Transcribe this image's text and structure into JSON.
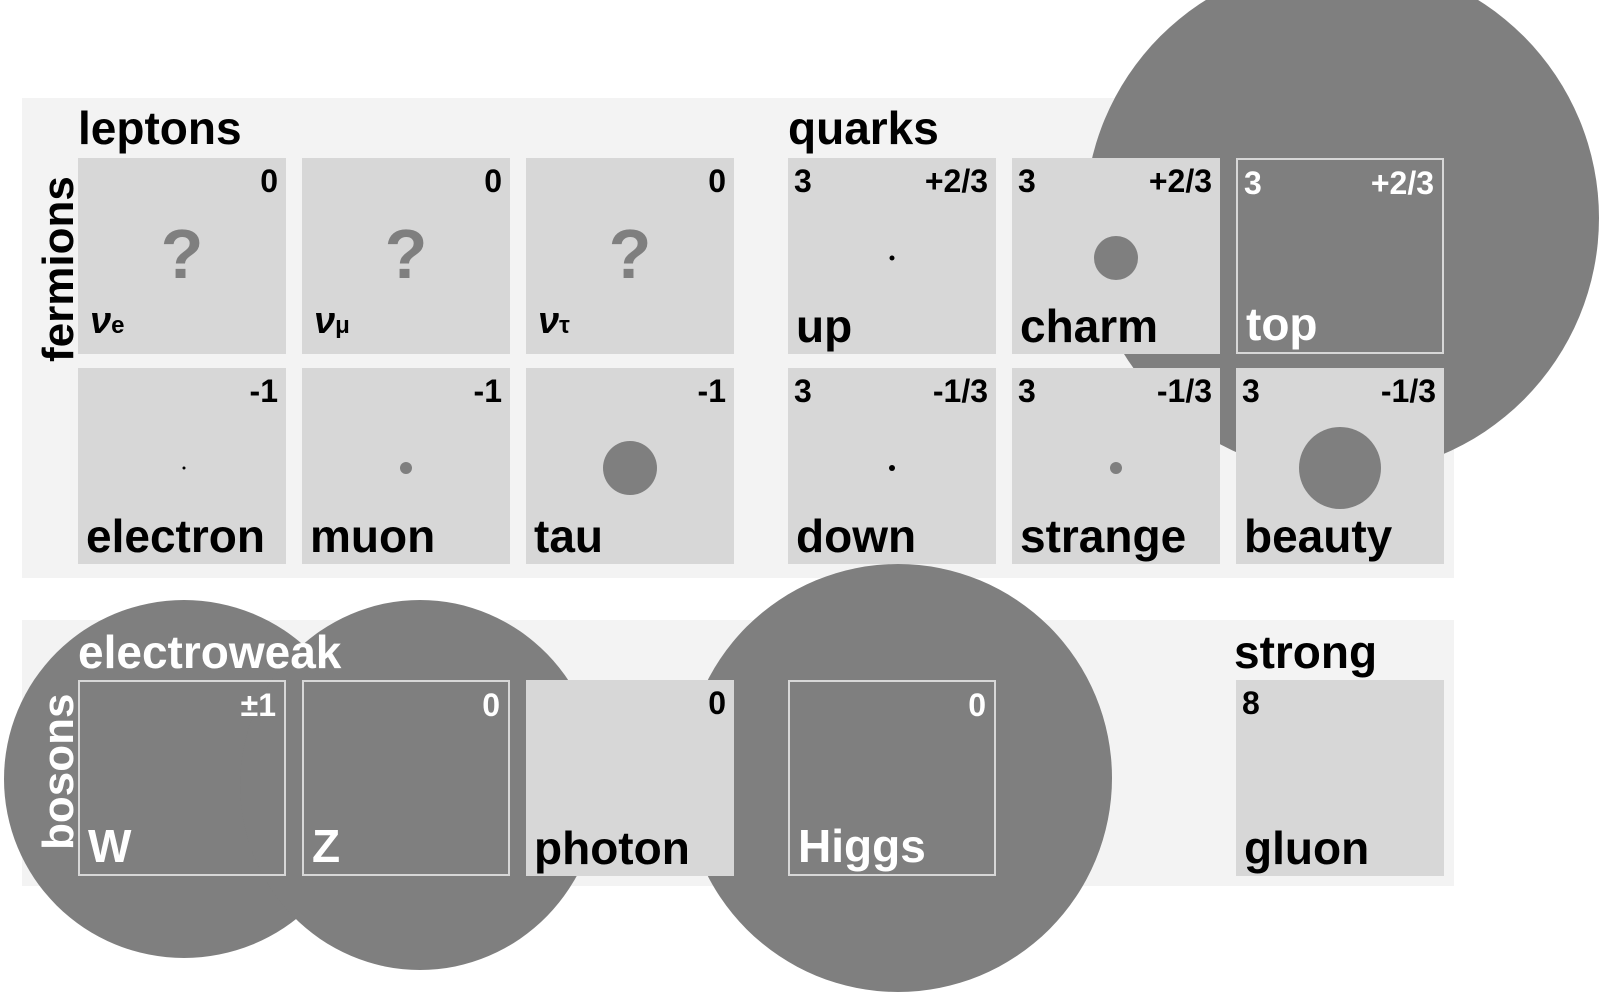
{
  "sections": {
    "fermions": "fermions",
    "bosons": "bosons",
    "leptons": "leptons",
    "quarks": "quarks",
    "electroweak": "electroweak",
    "strong": "strong"
  },
  "cells": {
    "nu_e": {
      "symbol": "ν",
      "sub": "e",
      "charge": "0",
      "mark": "?"
    },
    "nu_mu": {
      "symbol": "ν",
      "sub": "μ",
      "charge": "0",
      "mark": "?"
    },
    "nu_tau": {
      "symbol": "ν",
      "sub": "τ",
      "charge": "0",
      "mark": "?"
    },
    "up": {
      "name": "up",
      "color": "3",
      "charge": "+2/3"
    },
    "charm": {
      "name": "charm",
      "color": "3",
      "charge": "+2/3"
    },
    "top": {
      "name": "top",
      "color": "3",
      "charge": "+2/3"
    },
    "electron": {
      "name": "electron",
      "charge": "-1"
    },
    "muon": {
      "name": "muon",
      "charge": "-1"
    },
    "tau": {
      "name": "tau",
      "charge": "-1"
    },
    "down": {
      "name": "down",
      "color": "3",
      "charge": "-1/3"
    },
    "strange": {
      "name": "strange",
      "color": "3",
      "charge": "-1/3"
    },
    "beauty": {
      "name": "beauty",
      "color": "3",
      "charge": "-1/3"
    },
    "W": {
      "name": "W",
      "charge": "±1"
    },
    "Z": {
      "name": "Z",
      "charge": "0"
    },
    "photon": {
      "name": "photon",
      "charge": "0"
    },
    "higgs": {
      "name": "Higgs",
      "charge": "0"
    },
    "gluon": {
      "name": "gluon",
      "color": "8"
    }
  },
  "colors": {
    "panel": "#f3f3f3",
    "cell": "#d7d7d7",
    "mass": "#7f7f7f"
  }
}
